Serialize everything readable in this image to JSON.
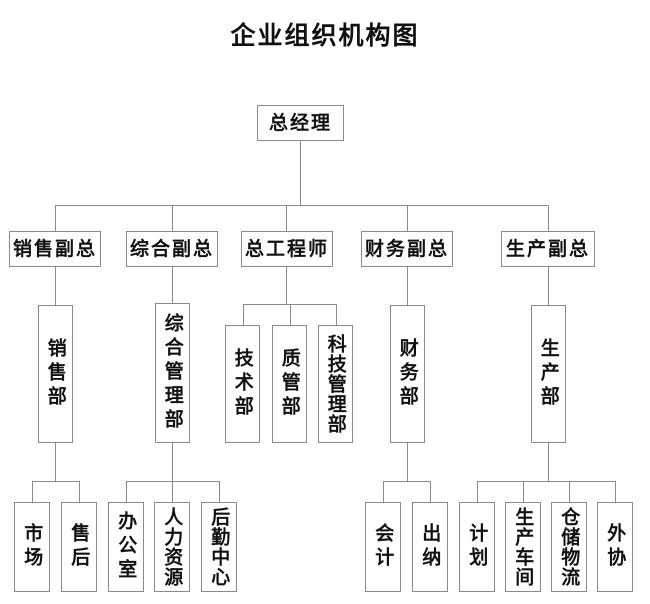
{
  "title": "企业组织机构图",
  "colors": {
    "background": "#ffffff",
    "border": "#8a8a8a",
    "text": "#111111",
    "connector": "#8a8a8a"
  },
  "chart_data": {
    "type": "diagram",
    "diagram_type": "organizational-chart",
    "title": "企业组织机构图",
    "orientation": "top-down",
    "levels": 4,
    "nodes": [
      {
        "id": "gm",
        "label": "总经理",
        "level": 1,
        "parent": null
      },
      {
        "id": "vp-sales",
        "label": "销售副总",
        "level": 2,
        "parent": "gm"
      },
      {
        "id": "vp-general",
        "label": "综合副总",
        "level": 2,
        "parent": "gm"
      },
      {
        "id": "chief-engineer",
        "label": "总工程师",
        "level": 2,
        "parent": "gm"
      },
      {
        "id": "vp-finance",
        "label": "财务副总",
        "level": 2,
        "parent": "gm"
      },
      {
        "id": "vp-production",
        "label": "生产副总",
        "level": 2,
        "parent": "gm"
      },
      {
        "id": "dept-sales",
        "label": "销售部",
        "level": 3,
        "parent": "vp-sales"
      },
      {
        "id": "dept-general-mgmt",
        "label": "综合管理部",
        "level": 3,
        "parent": "vp-general"
      },
      {
        "id": "dept-tech",
        "label": "技术部",
        "level": 3,
        "parent": "chief-engineer"
      },
      {
        "id": "dept-quality",
        "label": "质管部",
        "level": 3,
        "parent": "chief-engineer"
      },
      {
        "id": "dept-sci-tech-mgmt",
        "label": "科技管理部",
        "level": 3,
        "parent": "chief-engineer"
      },
      {
        "id": "dept-finance",
        "label": "财务部",
        "level": 3,
        "parent": "vp-finance"
      },
      {
        "id": "dept-production",
        "label": "生产部",
        "level": 3,
        "parent": "vp-production"
      },
      {
        "id": "team-market",
        "label": "市场",
        "level": 4,
        "parent": "dept-sales"
      },
      {
        "id": "team-aftersales",
        "label": "售后",
        "level": 4,
        "parent": "dept-sales"
      },
      {
        "id": "team-office",
        "label": "办公室",
        "level": 4,
        "parent": "dept-general-mgmt"
      },
      {
        "id": "team-hr",
        "label": "人力资源",
        "level": 4,
        "parent": "dept-general-mgmt"
      },
      {
        "id": "team-logistics-center",
        "label": "后勤中心",
        "level": 4,
        "parent": "dept-general-mgmt"
      },
      {
        "id": "team-accounting",
        "label": "会计",
        "level": 4,
        "parent": "dept-finance"
      },
      {
        "id": "team-cashier",
        "label": "出纳",
        "level": 4,
        "parent": "dept-finance"
      },
      {
        "id": "team-planning",
        "label": "计划",
        "level": 4,
        "parent": "dept-production"
      },
      {
        "id": "team-workshop",
        "label": "生产车间",
        "level": 4,
        "parent": "dept-production"
      },
      {
        "id": "team-warehouse",
        "label": "仓储物流",
        "level": 4,
        "parent": "dept-production"
      },
      {
        "id": "team-outsourcing",
        "label": "外协",
        "level": 4,
        "parent": "dept-production"
      }
    ]
  },
  "nodes": {
    "gm": "总经理",
    "vp_sales": "销售副总",
    "vp_general": "综合副总",
    "chief_engineer": "总工程师",
    "vp_finance": "财务副总",
    "vp_production": "生产副总",
    "dept_sales": "销售部",
    "dept_general_mgmt": "综合管理部",
    "dept_tech": "技术部",
    "dept_quality": "质管部",
    "dept_sci_tech_mgmt": "科技管理部",
    "dept_finance": "财务部",
    "dept_production": "生产部",
    "team_market": "市场",
    "team_aftersales": "售后",
    "team_office": "办公室",
    "team_hr": "人力资源",
    "team_logistics_center": "后勤中心",
    "team_accounting": "会计",
    "team_cashier": "出纳",
    "team_planning": "计划",
    "team_workshop": "生产车间",
    "team_warehouse": "仓储物流",
    "team_outsourcing": "外协"
  }
}
